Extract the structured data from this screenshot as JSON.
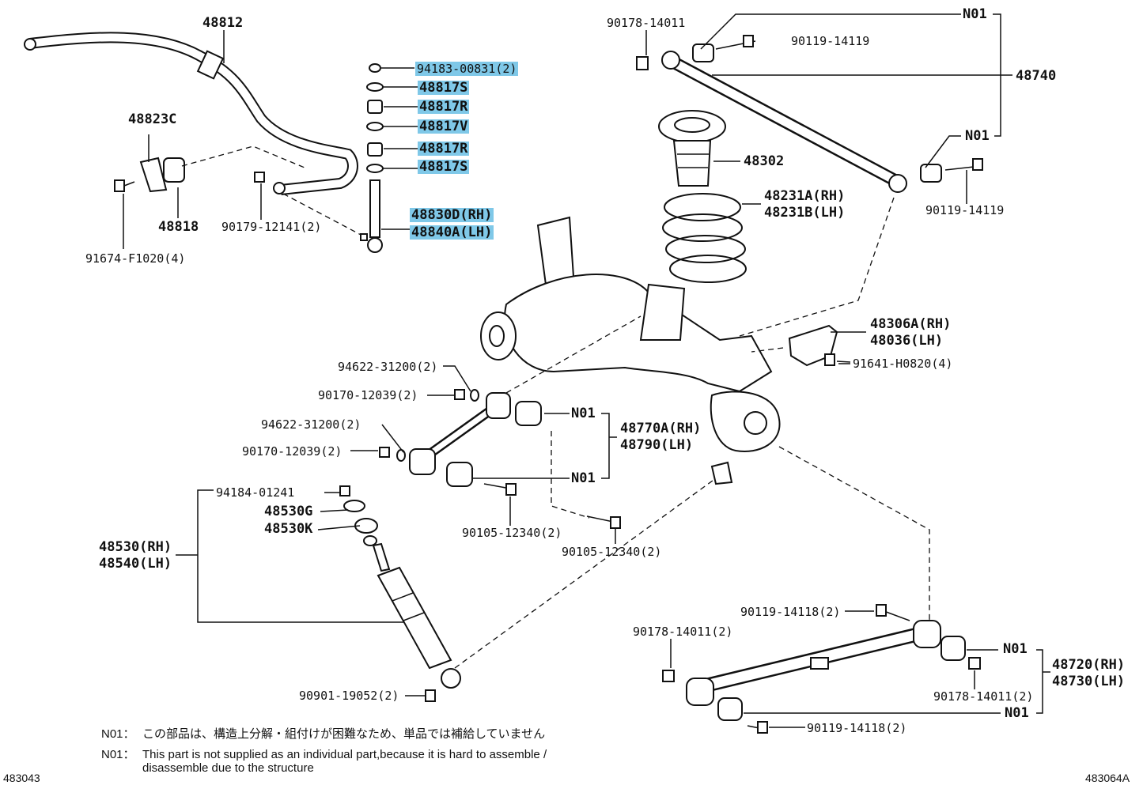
{
  "labels": {
    "p48812": "48812",
    "p94183": "94183-00831(2)",
    "p48817S_a": "48817S",
    "p48817R_a": "48817R",
    "p48817V": "48817V",
    "p48817R_b": "48817R",
    "p48817S_b": "48817S",
    "p48823C": "48823C",
    "p48818": "48818",
    "p90179": "90179-12141(2)",
    "p91674": "91674-F1020(4)",
    "p48830D": "48830D(RH)",
    "p48840A": "48840A(LH)",
    "p90178_top": "90178-14011",
    "p90119_14119_a": "90119-14119",
    "p48740": "48740",
    "pN01_a": "N01",
    "pN01_b": "N01",
    "p90119_14119_b": "90119-14119",
    "p48302": "48302",
    "p48231A": "48231A(RH)",
    "p48231B": "48231B(LH)",
    "p48306A": "48306A(RH)",
    "p48036": "48036(LH)",
    "p91641": "91641-H0820(4)",
    "p94622_a": "94622-31200(2)",
    "p90170_a": "90170-12039(2)",
    "p94622_b": "94622-31200(2)",
    "p90170_b": "90170-12039(2)",
    "pN01_c": "N01",
    "pN01_d": "N01",
    "p48770A": "48770A(RH)",
    "p48790": "48790(LH)",
    "p94184": "94184-01241",
    "p48530G": "48530G",
    "p48530K": "48530K",
    "p48530": "48530(RH)",
    "p48540": "48540(LH)",
    "p90105_a": "90105-12340(2)",
    "p90105_b": "90105-12340(2)",
    "p90901": "90901-19052(2)",
    "p90119_14118_a": "90119-14118(2)",
    "p90178_b": "90178-14011(2)",
    "pN01_e": "N01",
    "p48720": "48720(RH)",
    "p48730": "48730(LH)",
    "p90178_c": "90178-14011(2)",
    "pN01_f": "N01",
    "p90119_14118_b": "90119-14118(2)"
  },
  "notes": {
    "n1_key": "N01：",
    "n1_text": "この部品は、構造上分解・組付けが困難なため、単品では補給していません",
    "n2_key": "N01：",
    "n2_text_1": "This part is not supplied as an individual part,because it is hard to assemble /",
    "n2_text_2": "disassemble due to the structure"
  },
  "codes": {
    "left": "483043",
    "right": "483064A"
  },
  "colors": {
    "highlight": "#7fc8e8",
    "ink": "#111111"
  }
}
